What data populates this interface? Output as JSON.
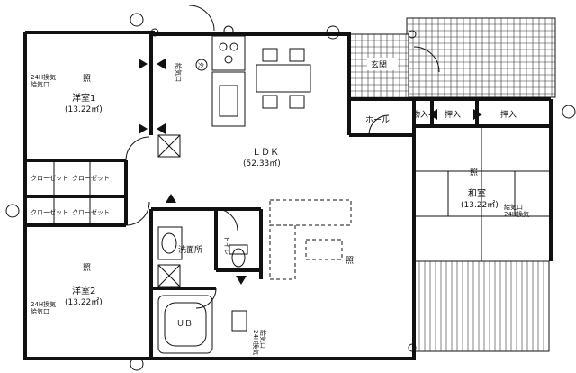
{
  "rooms": {
    "western1": {
      "name": "洋室1",
      "area": "(13.22㎡)",
      "vent": "24H換気",
      "vent_sub": "給気口"
    },
    "western2": {
      "name": "洋室2",
      "area": "(13.22㎡)",
      "vent": "24H換気",
      "vent_sub": "給気口"
    },
    "ldk": {
      "name": "ＬＤＫ",
      "area": "(52.33㎡)"
    },
    "japanese": {
      "name": "和室",
      "area": "(13.22㎡)",
      "vent": "給気口",
      "vent_sub": "24H換気"
    },
    "entrance": {
      "name": "玄関"
    },
    "hall": {
      "name": "ホール"
    },
    "closet_small": {
      "name": "物入"
    },
    "oshiire1": {
      "name": "押入"
    },
    "oshiire2": {
      "name": "押入"
    },
    "closet1": {
      "name": "クローゼット"
    },
    "closet2": {
      "name": "クローゼット"
    },
    "closet3": {
      "name": "クローゼット"
    },
    "closet4": {
      "name": "クローゼット"
    },
    "washroom": {
      "name": "洗面所"
    },
    "toilet": {
      "name": "トイレ"
    },
    "bath": {
      "name": "ＵＢ"
    }
  },
  "vents": {
    "top": "給気口",
    "bath_vent": "24H換気",
    "bath_vent_sub": "給気口"
  },
  "symbols": {
    "light": "照",
    "fridge": "冷"
  }
}
